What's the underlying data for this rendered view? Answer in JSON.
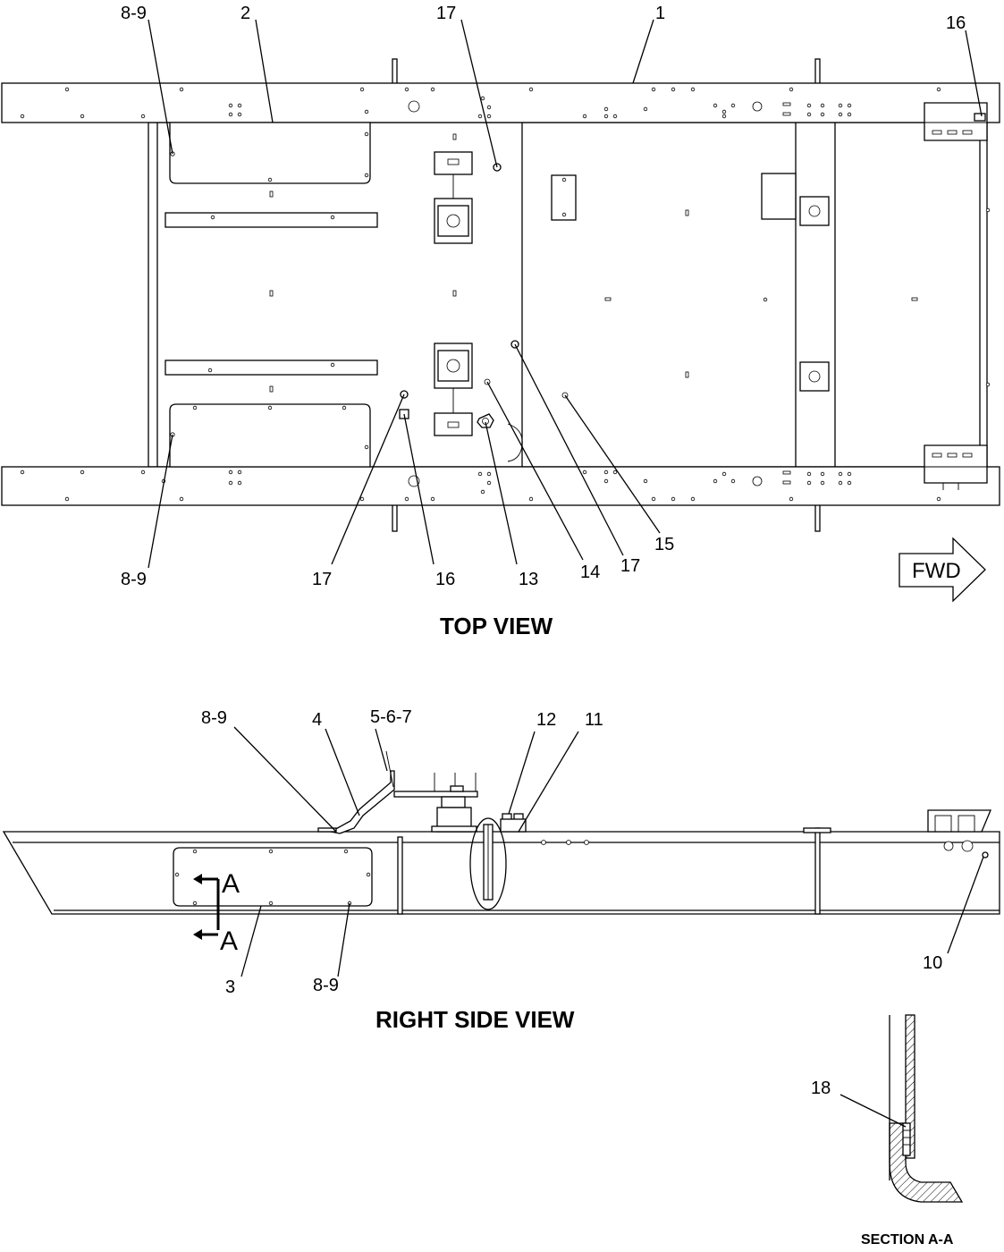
{
  "views": {
    "top_title": "TOP VIEW",
    "side_title": "RIGHT SIDE VIEW",
    "section_title": "SECTION A-A"
  },
  "direction_label": "FWD",
  "section_marker": "A",
  "callouts": {
    "top": {
      "c1": "8-9",
      "c2": "2",
      "c3": "17",
      "c4": "1",
      "c5": "16",
      "c6": "8-9",
      "c7": "17",
      "c8": "16",
      "c9": "13",
      "c10": "14",
      "c11": "17",
      "c12": "15"
    },
    "side": {
      "c1": "8-9",
      "c2": "4",
      "c3": "5-6-7",
      "c4": "12",
      "c5": "11",
      "c6": "3",
      "c7": "8-9",
      "c8": "10"
    },
    "section": {
      "c1": "18"
    }
  }
}
